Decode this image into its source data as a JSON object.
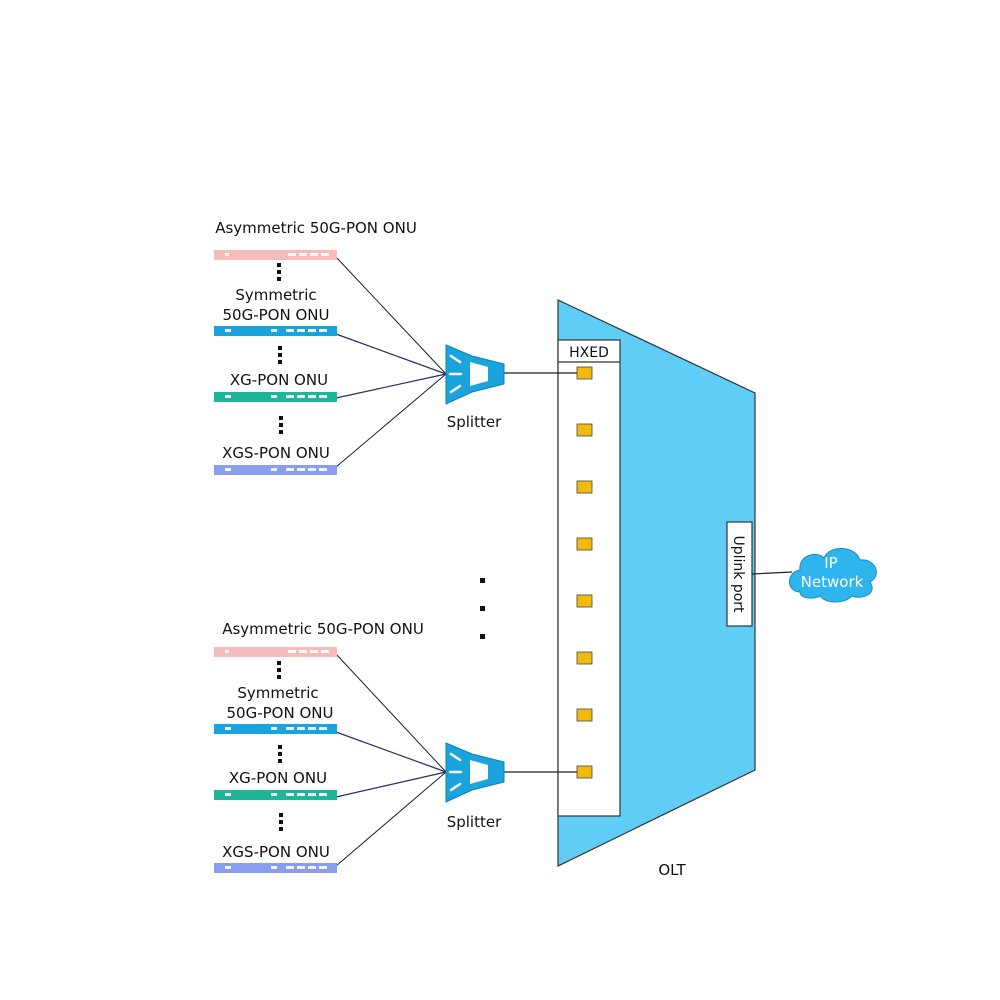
{
  "groups": [
    {
      "onu_labels": {
        "asym": "Asymmetric 50G-PON ONU",
        "sym_line1": "Symmetric",
        "sym_line2": "50G-PON ONU",
        "xg": "XG-PON ONU",
        "xgs": "XGS-PON ONU"
      },
      "splitter_label": "Splitter"
    },
    {
      "onu_labels": {
        "asym": "Asymmetric 50G-PON ONU",
        "sym_line1": "Symmetric",
        "sym_line2": "50G-PON ONU",
        "xg": "XG-PON ONU",
        "xgs": "XGS-PON ONU"
      },
      "splitter_label": "Splitter"
    }
  ],
  "olt": {
    "label": "OLT",
    "board_label": "HXED",
    "uplink_label": "Uplink port",
    "port_count": 8
  },
  "network": {
    "line1": "IP",
    "line2": "Network"
  },
  "colors": {
    "olt_fill": "#5fcdf5",
    "port_fill": "#f2b90f",
    "asym_onu": "#f6bcbc",
    "sym_onu": "#1aa3dc",
    "xg_onu": "#1fb59a",
    "xgs_onu": "#8a9ef0",
    "splitter": "#1aa3dc",
    "cloud": "#2fb5ee",
    "link_dark": "#2a2a6a",
    "link_black": "#222222"
  }
}
